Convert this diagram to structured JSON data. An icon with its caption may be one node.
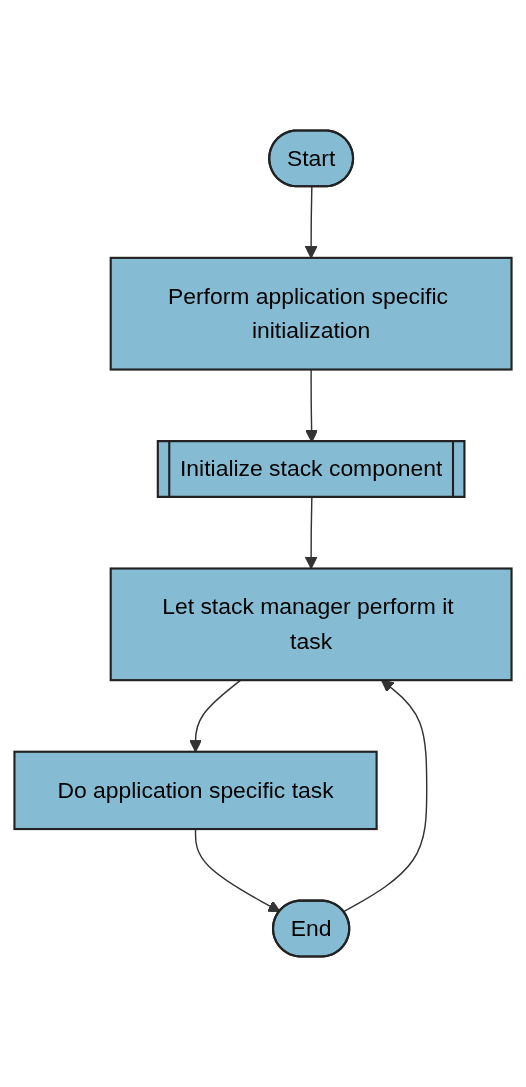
{
  "diagram": {
    "nodes": [
      {
        "text": [
          "Start"
        ]
      },
      {
        "text": [
          "Perform application specific initialization"
        ]
      },
      {
        "text": [
          "Initialize stack component"
        ]
      },
      {
        "text": [
          "Let stack manager perform it task"
        ]
      },
      {
        "text": [
          "Do application specific task"
        ]
      },
      {
        "text": [
          "End"
        ]
      }
    ],
    "edges": [
      {
        "from": 0,
        "to": 1,
        "arrow": "to"
      },
      {
        "from": 1,
        "to": 2,
        "arrow": "to"
      },
      {
        "from": 2,
        "to": 3,
        "arrow": "to"
      },
      {
        "from": 3,
        "to": 4,
        "arrow": "to"
      },
      {
        "from": 4,
        "to": 5,
        "arrow": "to"
      },
      {
        "from": 5,
        "to": 3,
        "arrow": "to"
      }
    ]
  }
}
